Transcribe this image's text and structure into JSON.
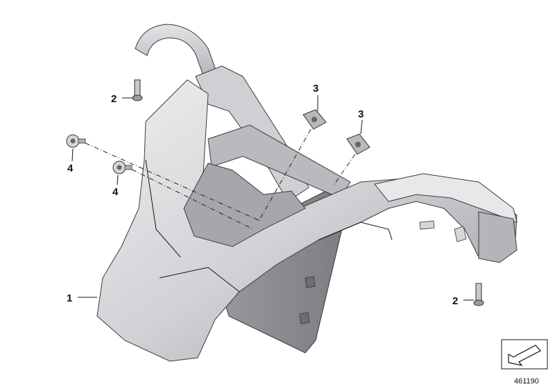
{
  "diagram": {
    "callouts": [
      {
        "id": "c1",
        "label": "1"
      },
      {
        "id": "c2a",
        "label": "2"
      },
      {
        "id": "c2b",
        "label": "2"
      },
      {
        "id": "c3a",
        "label": "3"
      },
      {
        "id": "c3b",
        "label": "3"
      },
      {
        "id": "c4a",
        "label": "4"
      },
      {
        "id": "c4b",
        "label": "4"
      }
    ],
    "document_number": "461190",
    "icon": "view-direction-arrow-icon",
    "colors": {
      "part_light": "#e6e6e8",
      "part_mid": "#c4c4c8",
      "part_dark": "#8e8e93",
      "outline": "#3a3a3a"
    }
  }
}
